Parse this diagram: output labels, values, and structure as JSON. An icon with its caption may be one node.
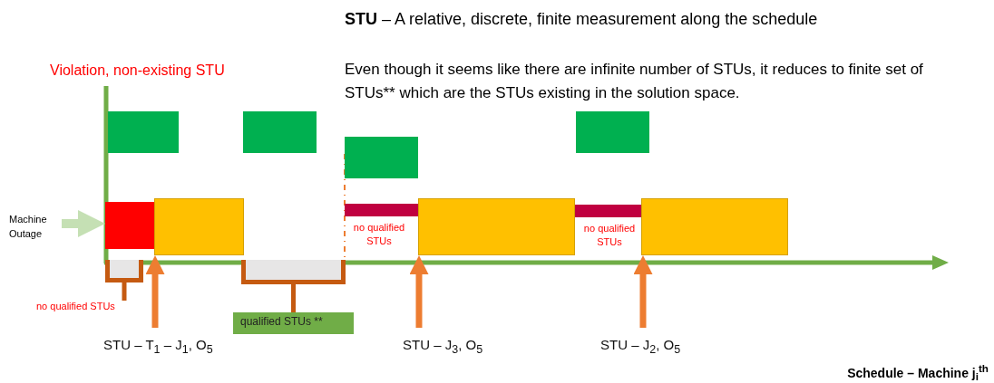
{
  "diagram": {
    "nodes": [
      {
        "text": [],
        "shape": "box"
      },
      {
        "text": [],
        "shape": "box"
      },
      {
        "text": [],
        "shape": "box"
      },
      {
        "text": [],
        "shape": "box"
      },
      {
        "text": [],
        "shape": "box"
      },
      {
        "text": [],
        "shape": "box"
      },
      {
        "text": [],
        "shape": "bar",
        "beside": [
          "no qualified STUs"
        ]
      },
      {
        "text": [],
        "shape": "box"
      },
      {
        "text": [],
        "shape": "bar",
        "beside": [
          "no qualified STUs"
        ]
      },
      {
        "text": [],
        "shape": "box"
      },
      {
        "text": [
          "Machine Outage"
        ]
      },
      {
        "text": [
          "no qualified STUs"
        ]
      },
      {
        "text": [],
        "shape": "box"
      },
      {
        "text": [
          "qualified STUs **"
        ]
      },
      {
        "text": [],
        "shape": "box"
      },
      {
        "text": [
          "STU – T$_{1}$ – J$_{1}$, O$_{5}$"
        ]
      },
      {
        "text": [
          "STU – J$_{3}$, O$_{5}$"
        ]
      },
      {
        "text": [
          "STU – J$_{2}$, O$_{5}$"
        ]
      }
    ],
    "edges": [
      {
        "from": 10,
        "to": 0,
        "arrow": "to",
        "color": "#c5e0b4"
      },
      {
        "from": 11,
        "to": 12,
        "arrow": "none",
        "color": "#c55a11"
      },
      {
        "from": 13,
        "to": 14,
        "arrow": "none",
        "color": "#c55a11"
      },
      {
        "from": 15,
        "to": 1,
        "arrow": "to"
      },
      {
        "from": 16,
        "to": 7,
        "arrow": "to"
      },
      {
        "from": 17,
        "to": 9,
        "arrow": "to"
      }
    ],
    "labels": [
      "**STU** – A relative, discrete, finite measurement along the schedule",
      "Even though it seems like there are infinite number of STUs, it reduces to finite set of STUs** which are the STUs existing in the solution space.",
      "Violation, non-existing STU",
      "Schedule – Machine j$_{i}$$^{th}$"
    ]
  }
}
